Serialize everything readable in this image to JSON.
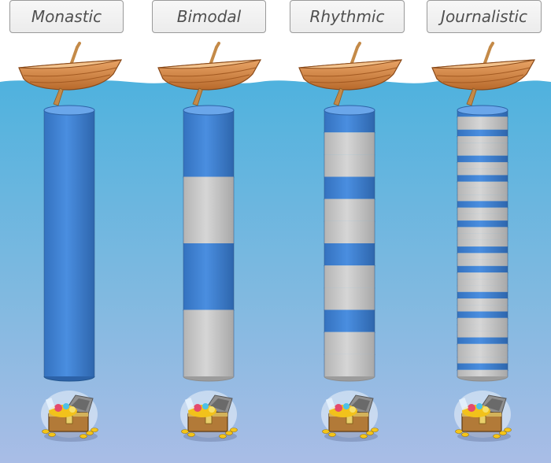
{
  "columns": [
    {
      "label": "Monastic",
      "pattern": [
        "deep"
      ]
    },
    {
      "label": "Bimodal",
      "pattern": [
        "deep",
        "shallow",
        "deep",
        "shallow"
      ]
    },
    {
      "label": "Rhythmic",
      "pattern": [
        "deep",
        "shallow",
        "shallow",
        "deep",
        "shallow",
        "shallow",
        "deep",
        "shallow",
        "shallow",
        "deep",
        "shallow",
        "shallow"
      ]
    },
    {
      "label": "Journalistic",
      "pattern": [
        "deep",
        "shallow",
        "shallow",
        "deep",
        "shallow",
        "shallow",
        "shallow",
        "deep",
        "shallow",
        "shallow",
        "deep",
        "shallow",
        "shallow",
        "shallow",
        "deep",
        "shallow",
        "shallow",
        "deep",
        "shallow",
        "shallow",
        "shallow",
        "deep",
        "shallow",
        "shallow",
        "deep",
        "shallow",
        "shallow",
        "shallow",
        "deep",
        "shallow",
        "shallow",
        "deep",
        "shallow",
        "shallow",
        "shallow",
        "deep",
        "shallow",
        "shallow",
        "shallow",
        "deep",
        "shallow"
      ]
    }
  ],
  "colors": {
    "deep": "#3d7fcf",
    "shallow": "#c9c9c9",
    "water_top": "#52b3dd",
    "water_bottom": "#a9bde6",
    "boat": "#d88a47"
  },
  "icons": [
    "rowboat-icon",
    "treasure-chest-icon"
  ]
}
